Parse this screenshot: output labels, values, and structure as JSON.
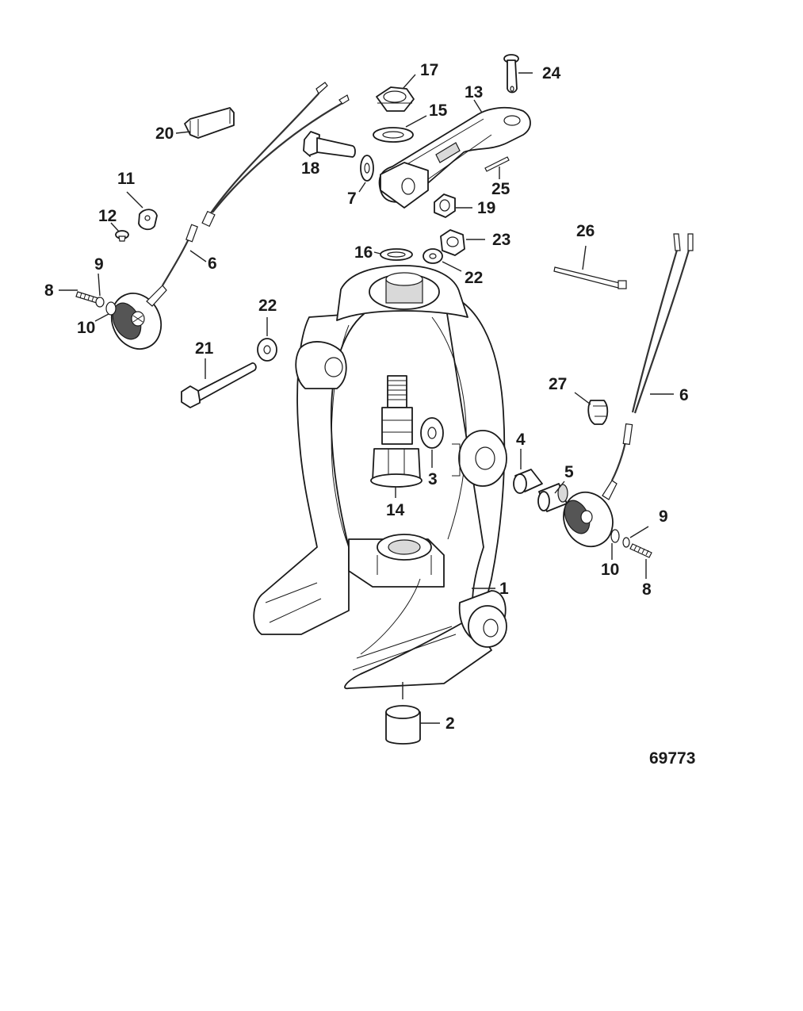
{
  "figure_number": "69773",
  "callouts": [
    "1",
    "2",
    "3",
    "4",
    "5",
    "6",
    "7",
    "8",
    "9",
    "10",
    "11",
    "12",
    "13",
    "14",
    "15",
    "16",
    "17",
    "18",
    "19",
    "20",
    "21",
    "22",
    "23",
    "24",
    "25",
    "26",
    "27"
  ],
  "labels": {
    "l1": "1",
    "l2": "2",
    "l3": "3",
    "l4": "4",
    "l5": "5",
    "l6a": "6",
    "l6b": "6",
    "l7": "7",
    "l8a": "8",
    "l8b": "8",
    "l9a": "9",
    "l9b": "9",
    "l10a": "10",
    "l10b": "10",
    "l11": "11",
    "l12": "12",
    "l13": "13",
    "l14": "14",
    "l15": "15",
    "l16": "16",
    "l17": "17",
    "l18": "18",
    "l19": "19",
    "l20": "20",
    "l21": "21",
    "l22a": "22",
    "l22b": "22",
    "l23": "23",
    "l24": "24",
    "l25": "25",
    "l26": "26",
    "l27": "27"
  }
}
